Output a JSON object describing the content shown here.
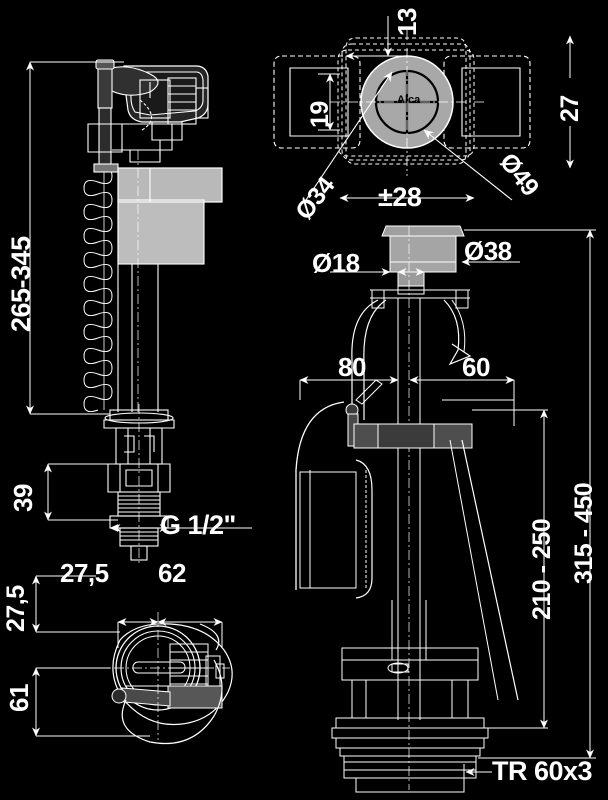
{
  "drawing": {
    "title": "Alcaplast fill valve and flush valve technical drawing",
    "brand_logo": "Alca",
    "background_color": "#000000",
    "line_color": "#ffffff",
    "fill_gray": "#9a9a9a",
    "fill_dark": "#4d4d4d"
  },
  "views": {
    "fill_valve_elevation": {
      "name": "Fill valve front elevation"
    },
    "button_plan": {
      "name": "Push button top view"
    },
    "flush_valve_elevation": {
      "name": "Flush valve front elevation"
    },
    "fill_valve_plan": {
      "name": "Fill valve bottom plan view"
    }
  },
  "dimensions": {
    "fill_valve_height": "265-345",
    "fill_valve_thread_len": "39",
    "fill_valve_thread": "G 1/2\"",
    "plan_offset_a": "27,5",
    "plan_width_b": "62",
    "plan_offset_v": "27,5",
    "plan_height": "61",
    "button_frame_thickness": "13",
    "button_side_depth": "19",
    "button_body_height": "27",
    "button_inner_dia": "Ø34",
    "button_outer_dia": "Ø49",
    "button_adjust": "±28",
    "overflow_dia": "Ø18",
    "cap_dia": "Ø38",
    "lever_left": "80",
    "lever_right": "60",
    "water_level_range": "210 - 250",
    "total_height_range": "315 - 450",
    "base_thread": "TR 60x3"
  }
}
